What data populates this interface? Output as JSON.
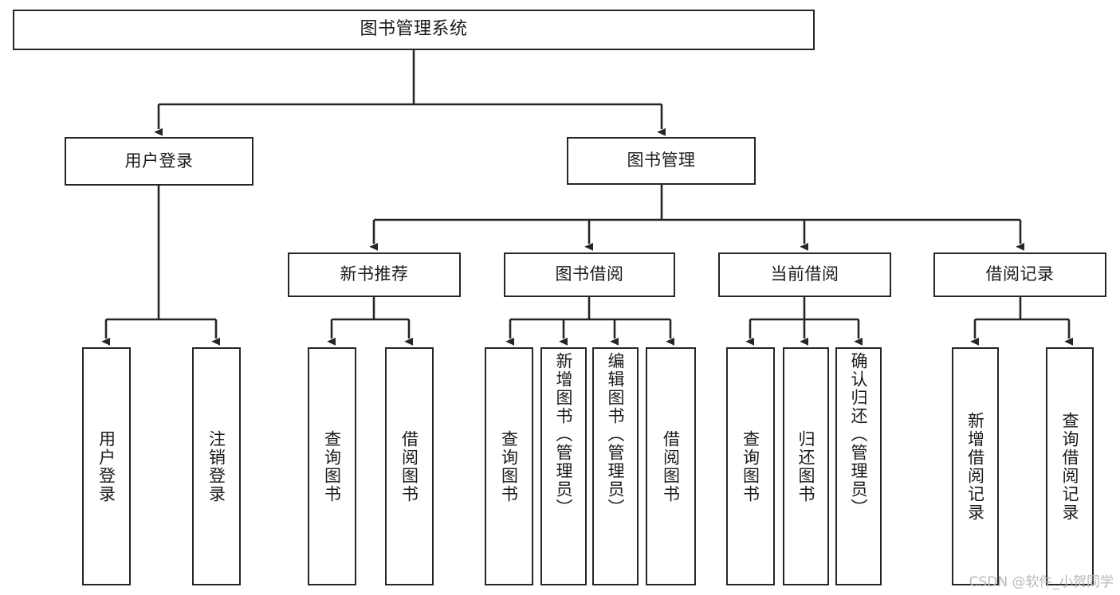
{
  "diagram": {
    "title": "图书管理系统",
    "watermark": "CSDN @软件_小贺同学",
    "line_color": "#262626",
    "box_fill": "#ffffff",
    "text_color": "#1a1a1a"
  },
  "nodes": {
    "root": {
      "label": "图书管理系统"
    },
    "level2": [
      {
        "label": "用户登录"
      },
      {
        "label": "图书管理"
      }
    ],
    "level3": [
      {
        "label": "新书推荐"
      },
      {
        "label": "图书借阅"
      },
      {
        "label": "当前借阅"
      },
      {
        "label": "借阅记录"
      }
    ],
    "leaves": {
      "user_login": [
        {
          "label": "用户登录"
        },
        {
          "label": "注销登录"
        }
      ],
      "new_book": [
        {
          "label": "查询图书"
        },
        {
          "label": "借阅图书"
        }
      ],
      "book_borrow": [
        {
          "label": "查询图书"
        },
        {
          "label": "新增图书（管理员）"
        },
        {
          "label": "编辑图书（管理员）"
        },
        {
          "label": "借阅图书"
        }
      ],
      "current_borrow": [
        {
          "label": "查询图书"
        },
        {
          "label": "归还图书"
        },
        {
          "label": "确认归还（管理员）"
        }
      ],
      "borrow_record": [
        {
          "label": "新增借阅记录"
        },
        {
          "label": "查询借阅记录"
        }
      ]
    }
  }
}
